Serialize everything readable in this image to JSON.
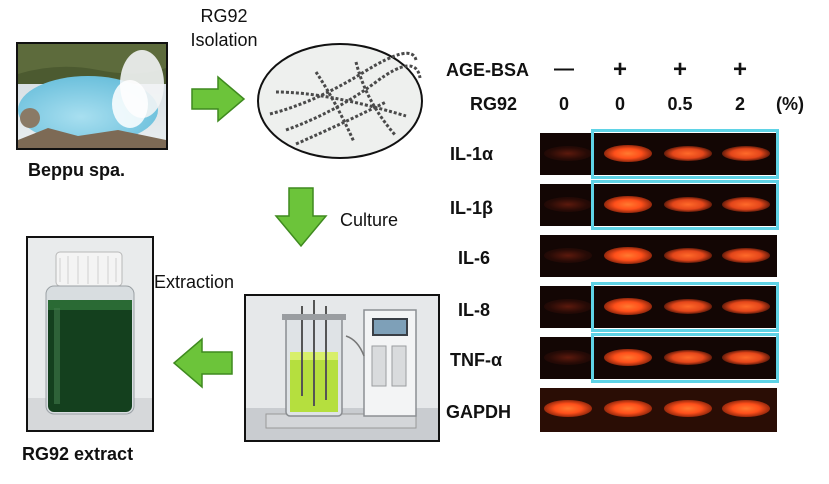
{
  "labels": {
    "spa": "Beppu spa.",
    "isolation_line1": "RG92",
    "isolation_line2": "Isolation",
    "culture": "Culture",
    "extraction": "Extraction",
    "extract": "RG92 extract"
  },
  "table": {
    "row1_label": "AGE-BSA",
    "row2_label": "RG92",
    "age_bsa": [
      "—",
      "+",
      "+",
      "+"
    ],
    "rg92": [
      "0",
      "0",
      "0.5",
      "2"
    ],
    "unit": "(%)"
  },
  "genes": [
    "IL-1α",
    "IL-1β",
    "IL-6",
    "IL-8",
    "TNF-α",
    "GAPDH"
  ],
  "colors": {
    "arrow": "#6cc43a",
    "highlight": "#5fd3e6",
    "band": "#ff5a1f"
  }
}
